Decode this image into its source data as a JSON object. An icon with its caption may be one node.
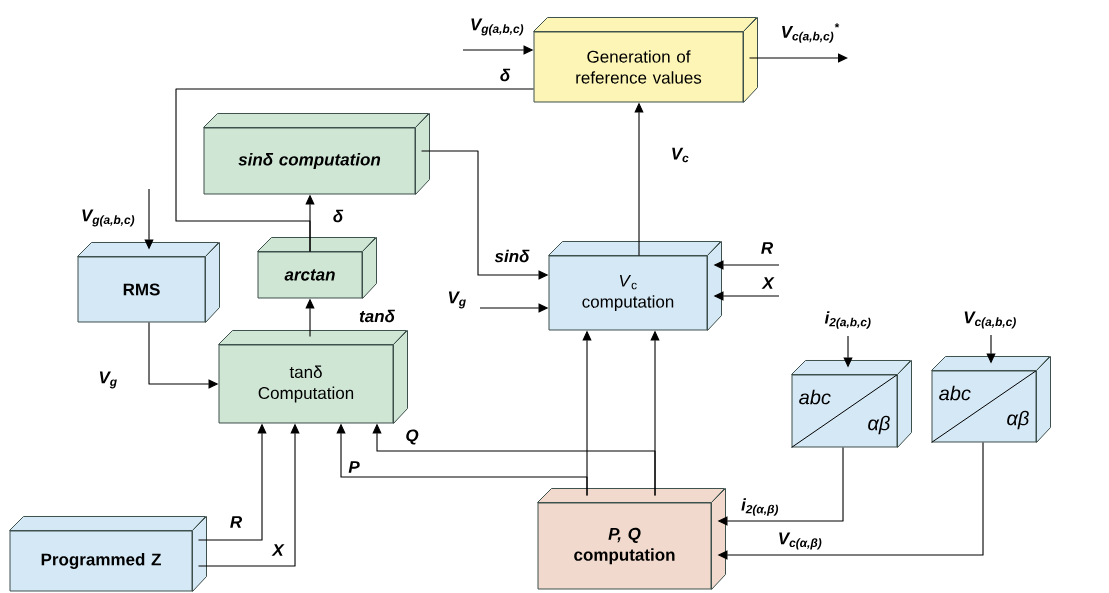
{
  "diagram": {
    "nodes": [
      {
        "text": [
          "Generation of reference values"
        ]
      },
      {
        "text": [
          "sinδ computation"
        ]
      },
      {
        "text": [
          "arctan"
        ]
      },
      {
        "text": [
          "RMS"
        ]
      },
      {
        "text": [
          "*V*$_{c}$ computation"
        ]
      },
      {
        "text": [
          "tanδ Computation"
        ]
      },
      {
        "text": [
          "abc",
          "αβ"
        ]
      },
      {
        "text": [
          "abc",
          "αβ"
        ]
      },
      {
        "text": [
          "*P, Q* computation"
        ]
      },
      {
        "text": [
          "Programmed Z"
        ]
      }
    ],
    "edges": [
      {
        "from": null,
        "to": 0,
        "arrow": "to",
        "label": "V$_{g(a,b,c)}$"
      },
      {
        "from": 0,
        "to": null,
        "arrow": "to",
        "label": "V$_{c(a,b,c)}$$^{*}$"
      },
      {
        "from": 2,
        "to": 0,
        "arrow": "none",
        "label": "δ"
      },
      {
        "from": 2,
        "to": 1,
        "arrow": "to",
        "label": "δ"
      },
      {
        "from": 1,
        "to": 4,
        "arrow": "to",
        "label": "sinδ"
      },
      {
        "from": 4,
        "to": 0,
        "arrow": "to",
        "label": "V$_{c}$"
      },
      {
        "from": 3,
        "to": 5,
        "arrow": "to",
        "label": "V$_{g}$"
      },
      {
        "from": 5,
        "to": 2,
        "arrow": "to",
        "label": "tanδ"
      },
      {
        "from": null,
        "to": 3,
        "arrow": "to",
        "label": "V$_{g(a,b,c)}$"
      },
      {
        "from": null,
        "to": 4,
        "arrow": "to",
        "label": "V$_{g}$"
      },
      {
        "from": null,
        "to": 4,
        "arrow": "to",
        "label": "R"
      },
      {
        "from": null,
        "to": 4,
        "arrow": "to",
        "label": "X"
      },
      {
        "from": 9,
        "to": 5,
        "arrow": "to",
        "label": "R"
      },
      {
        "from": 9,
        "to": 5,
        "arrow": "to",
        "label": "X"
      },
      {
        "from": 8,
        "to": 5,
        "arrow": "to",
        "label": "P"
      },
      {
        "from": 8,
        "to": 5,
        "arrow": "to",
        "label": "Q"
      },
      {
        "from": 8,
        "to": 4,
        "arrow": "to"
      },
      {
        "from": 8,
        "to": 4,
        "arrow": "to"
      },
      {
        "from": 6,
        "to": 8,
        "arrow": "to",
        "label": "i$_{2(α,β)}$"
      },
      {
        "from": 7,
        "to": 8,
        "arrow": "to",
        "label": "V$_{c(α,β)}$"
      },
      {
        "from": null,
        "to": 6,
        "arrow": "to",
        "label": "i$_{2(a,b,c)}$"
      },
      {
        "from": null,
        "to": 7,
        "arrow": "to",
        "label": "V$_{c(a,b,c)}$"
      }
    ]
  }
}
